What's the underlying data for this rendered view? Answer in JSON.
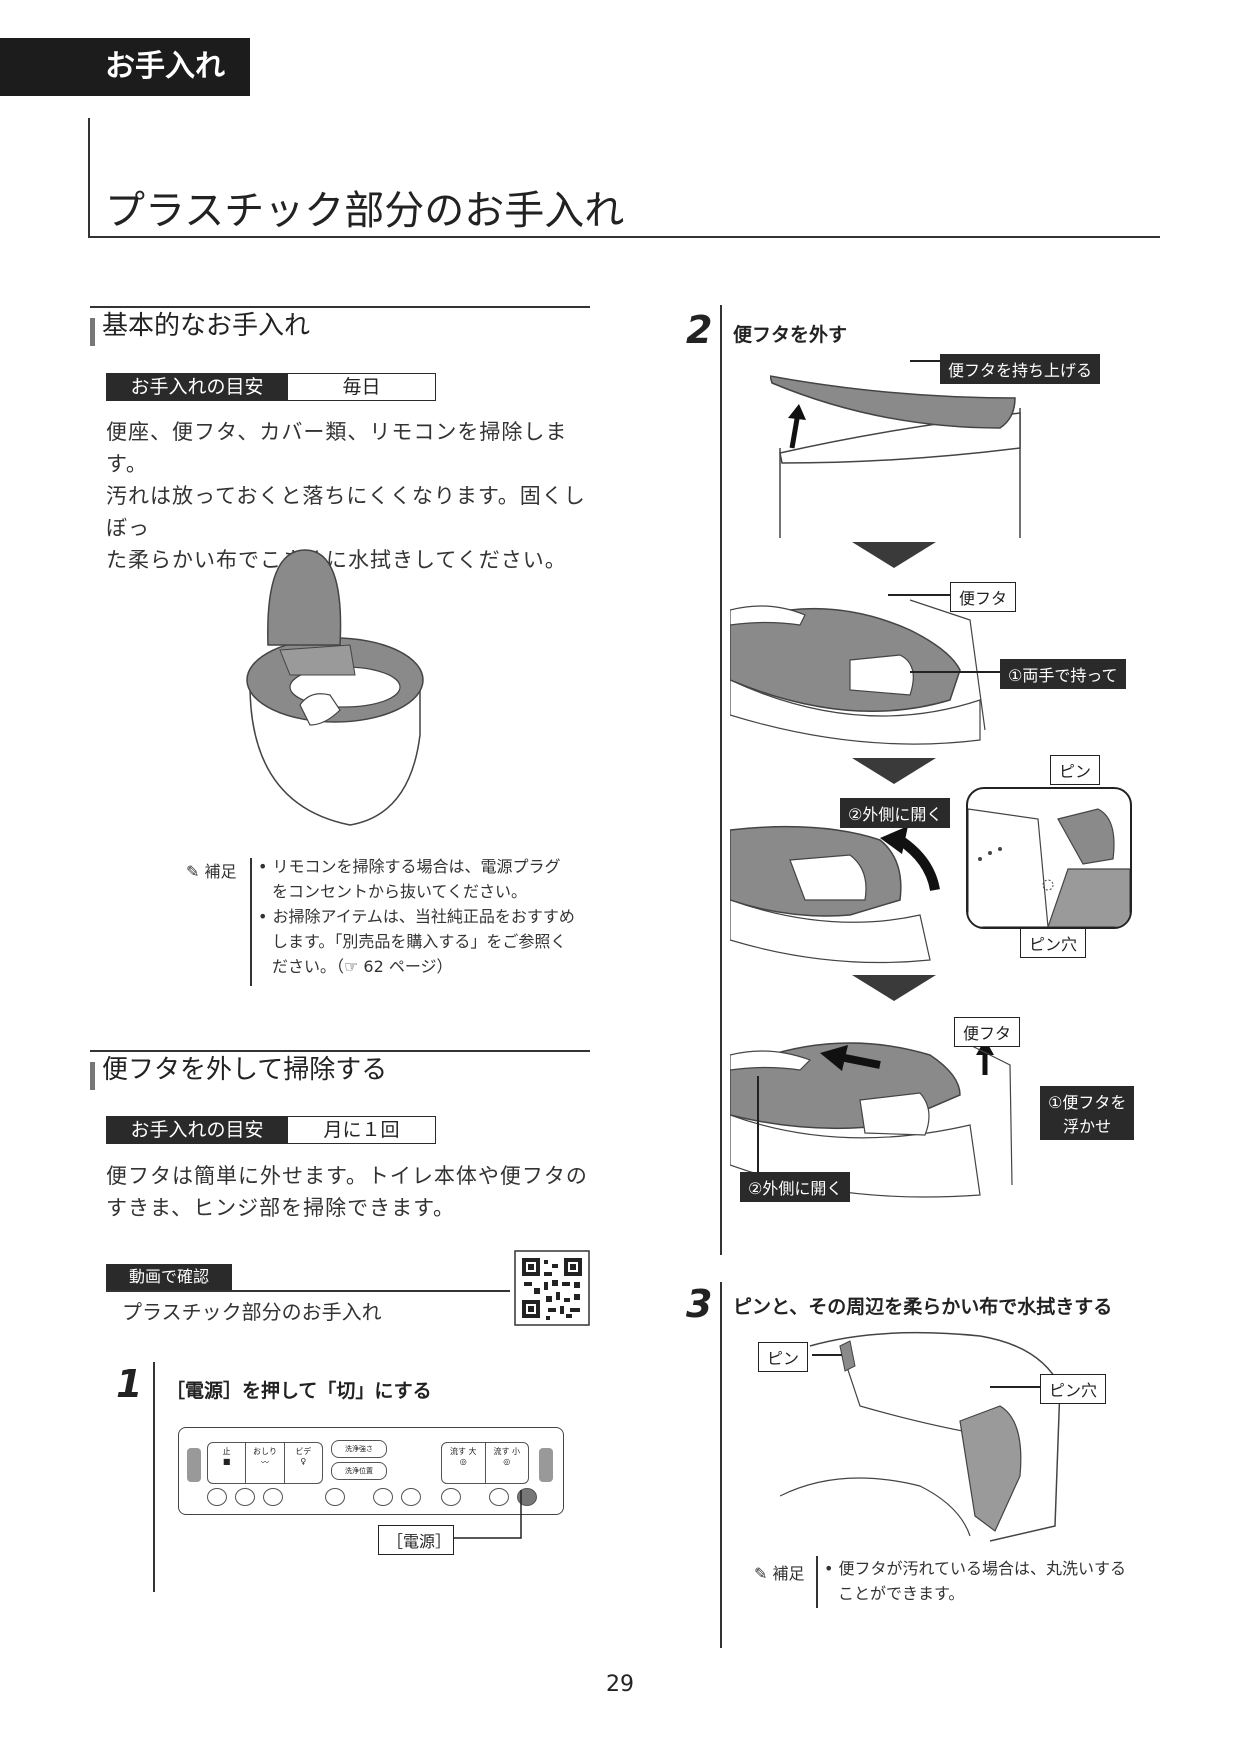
{
  "section_tab": "お手入れ",
  "page_title": "プラスチック部分のお手入れ",
  "basic": {
    "heading": "基本的なお手入れ",
    "guide_key": "お手入れの目安",
    "guide_value": "毎日",
    "text_lines": [
      "便座、便フタ、カバー類、リモコンを掃除します。",
      "汚れは放っておくと落ちにくくなります。固くしぼっ",
      "た柔らかい布でこまめに水拭きしてください。"
    ],
    "note_label": "補足",
    "note_lines": [
      "• リモコンを掃除する場合は、電源プラグ",
      "をコンセントから抜いてください。",
      "• お掃除アイテムは、当社純正品をおすすめ",
      "します。「別売品を購入する」をご参照く",
      "ださい。（☞ 62 ページ）"
    ]
  },
  "lid": {
    "heading": "便フタを外して掃除する",
    "guide_key": "お手入れの目安",
    "guide_value": "月に１回",
    "text_lines": [
      "便フタは簡単に外せます。トイレ本体や便フタの",
      "すきま、ヒンジ部を掃除できます。"
    ],
    "video_label": "動画で確認",
    "video_title": "プラスチック部分のお手入れ"
  },
  "step1": {
    "num": "1",
    "title": "［電源］を押して「切」にする",
    "callout": "［電源］"
  },
  "step2": {
    "num": "2",
    "title": "便フタを外す",
    "callouts": {
      "lift": "便フタを持ち上げる",
      "lid1": "便フタ",
      "both_hands": "①両手で持って",
      "pin": "ピン",
      "open_outward": "②外側に開く",
      "pin_hole": "ピン穴",
      "lid2": "便フタ",
      "float": "①便フタを",
      "float2": "浮かせ",
      "open_outward2": "②外側に開く"
    }
  },
  "step3": {
    "num": "3",
    "title": "ピンと、その周辺を柔らかい布で水拭きする",
    "callout_pin": "ピン",
    "callout_hole": "ピン穴",
    "note_label": "補足",
    "note_lines": [
      "• 便フタが汚れている場合は、丸洗いする",
      "ことができます。"
    ]
  },
  "remote": {
    "stop": "止",
    "oshiri": "おしり",
    "bidet": "ビデ",
    "strength": "洗浄強さ",
    "position": "洗浄位置",
    "flush_large": "流す 大",
    "flush_small": "流す 小"
  },
  "page_number": "29"
}
